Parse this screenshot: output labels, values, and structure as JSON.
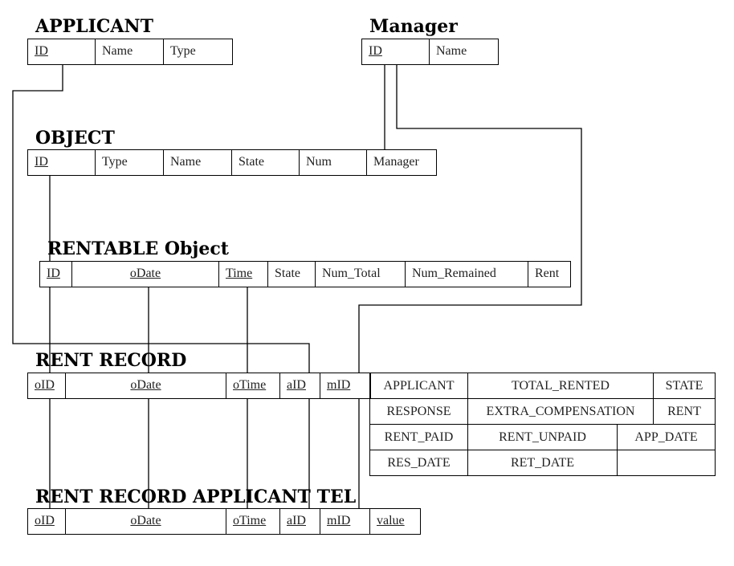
{
  "entities": {
    "applicant": {
      "title": "APPLICANT",
      "columns": [
        "ID",
        "Name",
        "Type"
      ]
    },
    "manager": {
      "title": "Manager",
      "columns": [
        "ID",
        "Name"
      ]
    },
    "object": {
      "title": "OBJECT",
      "columns": [
        "ID",
        "Type",
        "Name",
        "State",
        "Num",
        "Manager"
      ]
    },
    "rentable": {
      "title": "RENTABLE Object",
      "columns": [
        "ID",
        "oDate",
        "Time",
        "State",
        "Num_Total",
        "Num_Remained",
        "Rent"
      ]
    },
    "rent_record": {
      "title": "RENT RECORD",
      "columns": [
        "oID",
        "oDate",
        "oTime",
        "aID",
        "mID"
      ],
      "extra_columns": [
        [
          "APPLICANT",
          "TOTAL_RENTED",
          "STATE"
        ],
        [
          "RESPONSE",
          "EXTRA_COMPENSATION",
          "RENT"
        ],
        [
          "RENT_PAID",
          "RENT_UNPAID",
          "APP_DATE"
        ],
        [
          "RES_DATE",
          "RET_DATE",
          ""
        ]
      ]
    },
    "rent_record_tel": {
      "title": "RENT RECORD APPLICANT TEL",
      "columns": [
        "oID",
        "oDate",
        "oTime",
        "aID",
        "mID",
        "value"
      ]
    }
  },
  "relationships": [
    "OBJECT.Manager -> Manager.ID",
    "RENT RECORD.mID -> Manager.ID",
    "RENT RECORD.aID -> APPLICANT.ID",
    "RENTABLE Object.ID -> OBJECT.ID",
    "RENT RECORD.oID -> RENTABLE Object.ID",
    "RENT RECORD.oDate -> RENTABLE Object.oDate",
    "RENT RECORD.oTime -> RENTABLE Object.Time",
    "RENT RECORD APPLICANT TEL.oID -> RENT RECORD.oID",
    "RENT RECORD APPLICANT TEL.oDate -> RENT RECORD.oDate",
    "RENT RECORD APPLICANT TEL.oTime -> RENT RECORD.oTime",
    "RENT RECORD APPLICANT TEL.aID -> RENT RECORD.aID",
    "RENT RECORD APPLICANT TEL.mID -> RENT RECORD.mID"
  ]
}
